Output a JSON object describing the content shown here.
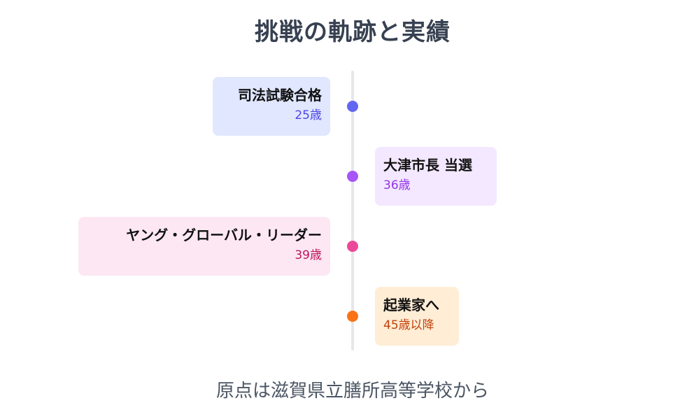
{
  "title": "挑戦の軌跡と実績",
  "milestones": [
    {
      "label": "司法試験合格",
      "sub": "25歳",
      "side": "left",
      "bg": "#e0e7ff",
      "dot": "#6366f1",
      "sub_color": "#4f46e5"
    },
    {
      "label": "大津市長 当選",
      "sub": "36歳",
      "side": "right",
      "bg": "#f3e8ff",
      "dot": "#a855f7",
      "sub_color": "#9333ea"
    },
    {
      "label": "ヤング・グローバル・リーダー",
      "sub": "39歳",
      "side": "left",
      "bg": "#fce7f3",
      "dot": "#ec4899",
      "sub_color": "#be185d"
    },
    {
      "label": "起業家へ",
      "sub": "45歳以降",
      "side": "right",
      "bg": "#ffedd5",
      "dot": "#f97316",
      "sub_color": "#c2410c"
    }
  ],
  "footer": "原点は滋賀県立膳所高等学校から"
}
